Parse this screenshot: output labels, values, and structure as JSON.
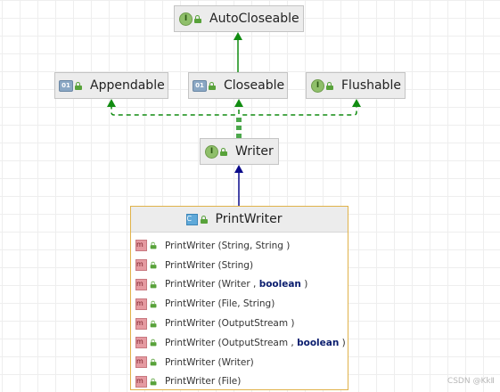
{
  "nodes": {
    "autocloseable": {
      "label": "AutoCloseable",
      "kind": "interface",
      "glyph": "I"
    },
    "appendable": {
      "label": "Appendable",
      "kind": "annotated-interface",
      "glyph": "01"
    },
    "closeable": {
      "label": "Closeable",
      "kind": "annotated-interface",
      "glyph": "01"
    },
    "flushable": {
      "label": "Flushable",
      "kind": "interface",
      "glyph": "I"
    },
    "writer": {
      "label": "Writer",
      "kind": "interface",
      "glyph": "I"
    },
    "printwriter": {
      "label": "PrintWriter",
      "kind": "class",
      "glyph": "C",
      "methods": [
        {
          "glyph": "m",
          "parts": [
            {
              "t": "PrintWriter (String, String )",
              "kw": false
            }
          ]
        },
        {
          "glyph": "m",
          "parts": [
            {
              "t": "PrintWriter (String)",
              "kw": false
            }
          ]
        },
        {
          "glyph": "m",
          "parts": [
            {
              "t": "PrintWriter (Writer , ",
              "kw": false
            },
            {
              "t": "boolean",
              "kw": true
            },
            {
              "t": " )",
              "kw": false
            }
          ]
        },
        {
          "glyph": "m",
          "parts": [
            {
              "t": "PrintWriter (File, String)",
              "kw": false
            }
          ]
        },
        {
          "glyph": "m",
          "parts": [
            {
              "t": "PrintWriter (OutputStream )",
              "kw": false
            }
          ]
        },
        {
          "glyph": "m",
          "parts": [
            {
              "t": "PrintWriter (OutputStream , ",
              "kw": false
            },
            {
              "t": "boolean",
              "kw": true
            },
            {
              "t": " )",
              "kw": false
            }
          ]
        },
        {
          "glyph": "m",
          "parts": [
            {
              "t": "PrintWriter (Writer)",
              "kw": false
            }
          ]
        },
        {
          "glyph": "m",
          "parts": [
            {
              "t": "PrintWriter (File)",
              "kw": false
            }
          ]
        }
      ]
    }
  },
  "edges": [
    {
      "from": "closeable",
      "to": "autocloseable",
      "style": "solid",
      "color": "#118c11"
    },
    {
      "from": "writer",
      "to": "appendable",
      "style": "dashed",
      "color": "#118c11"
    },
    {
      "from": "writer",
      "to": "closeable",
      "style": "dashed",
      "color": "#118c11"
    },
    {
      "from": "writer",
      "to": "flushable",
      "style": "dashed",
      "color": "#118c11"
    },
    {
      "from": "printwriter",
      "to": "writer",
      "style": "solid",
      "color": "#0b0b8a"
    }
  ],
  "watermark": "CSDN @KkⅡ",
  "colors": {
    "implements": "#118c11",
    "extends": "#0b0b8a",
    "class_border": "#e0b24a",
    "keyword": "#0a1d6e"
  }
}
